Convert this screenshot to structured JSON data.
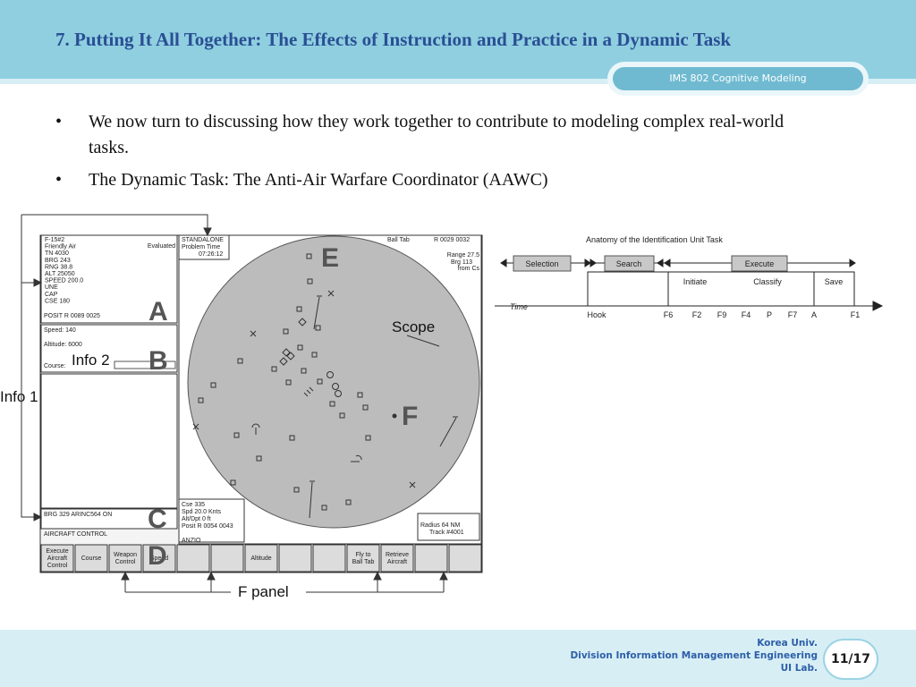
{
  "header": {
    "title": "7. Putting It All Together: The Effects of Instruction and Practice in a Dynamic Task",
    "course": "IMS 802 Cognitive Modeling"
  },
  "bullets": [
    {
      "marker": "•",
      "text": "We now turn to discussing how they work together to contribute to modeling complex real-world tasks."
    },
    {
      "marker": "•",
      "text": "The Dynamic Task: The Anti-Air Warfare Coordinator (AAWC)"
    }
  ],
  "aawc": {
    "info_top": [
      "F-15#2",
      "Friendly Air",
      "TN   4030",
      "BRG   243",
      "RNG   38.8",
      "ALT    25050",
      "SPEED   200.0",
      "UNE",
      "CAP",
      "CSE  180"
    ],
    "evaluated": "Evaluated",
    "posit": "POSIT    R 0089 0025",
    "speed_line": "Speed: 140",
    "altitude_line": "Altitude: 6000",
    "course_line": "Course:",
    "brg_line": "BRG 329 ARINC564 ON",
    "aircraft_control": "AIRCRAFT CONTROL",
    "standalone": [
      "STANDALONE",
      "Problem Time",
      "07:26:12"
    ],
    "balltab": "Ball Tab",
    "track_code": "R   0029 0032",
    "range_info": [
      "Range   27.5",
      "Brg 113",
      "from Cs"
    ],
    "cse_box": [
      "Cse  335",
      "Spd   20.0    Knts",
      "Alt/Dpt       0    ft",
      "Posit    R 0054 0043"
    ],
    "anzio": "ANZIO",
    "radius_box": [
      "Radius      64  NM",
      "Track  #4001"
    ],
    "fpanel": [
      [
        "Execute",
        "Aircraft",
        "Control"
      ],
      [
        "Course"
      ],
      [
        "Weapon",
        "Control"
      ],
      [
        "Speed"
      ],
      [],
      [],
      [
        "Altitude"
      ],
      [],
      [],
      [
        "Fly to",
        "Ball Tab"
      ],
      [
        "Retrieve",
        "Aircraft"
      ],
      [],
      []
    ]
  },
  "callouts": {
    "a": "A",
    "b": "B",
    "c": "C",
    "d": "D",
    "e": "E",
    "f": "F",
    "info1": "Info 1",
    "info2": "Info 2",
    "scope": "Scope",
    "fpanel": "F panel"
  },
  "anatomy": {
    "title": "Anatomy of the Identification Unit Task",
    "phases": [
      "Selection",
      "Search",
      "Execute"
    ],
    "subphases": [
      "Initiate",
      "Classify",
      "Save"
    ],
    "time_label": "Time",
    "ticks": [
      "Hook",
      "F6",
      "F2",
      "F9",
      "F4",
      "P",
      "F7",
      "A",
      "F1"
    ]
  },
  "footer": {
    "line1": "Korea Univ.",
    "line2": "Division Information Management Engineering",
    "line3": "UI Lab.",
    "page": "11/17"
  }
}
